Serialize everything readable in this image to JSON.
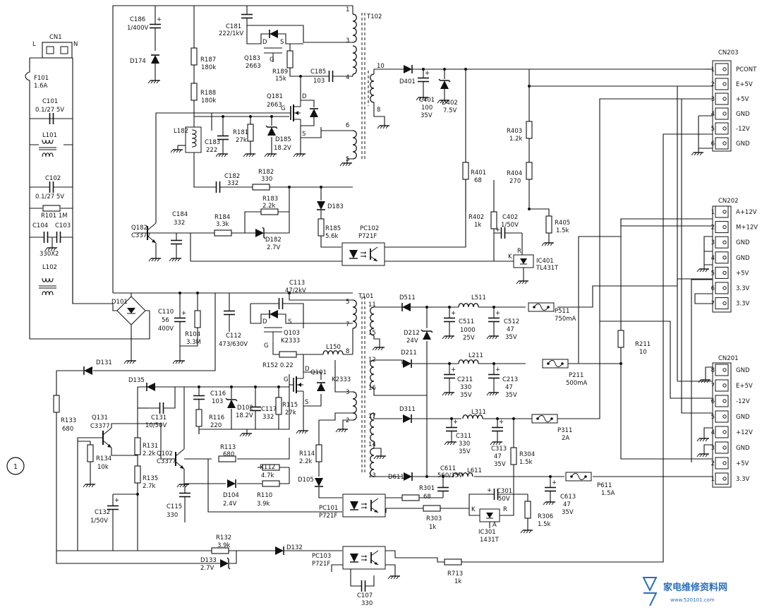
{
  "figure_label": "1",
  "watermark": {
    "text": "家电维修资料网",
    "url": "www.520101.com"
  },
  "mains": {
    "connector": "CN1",
    "l": "L",
    "n": "N"
  },
  "components": {
    "F101": [
      "F101",
      "1.6A"
    ],
    "C101": [
      "C101",
      "0.1/27 5V"
    ],
    "L101": [
      "L101"
    ],
    "C102": [
      "C102",
      "0.1/27 5V"
    ],
    "R101": [
      "R101 1M"
    ],
    "C104": [
      "C104"
    ],
    "C103": [
      "C103"
    ],
    "C104_103_val": [
      "330X2"
    ],
    "L102": [
      "L102"
    ],
    "D101": [
      "D101"
    ],
    "C110": [
      "C110",
      "56",
      "400V"
    ],
    "R104": [
      "R104",
      "3.3M"
    ],
    "C186": [
      "C186",
      "1/400V"
    ],
    "D174": [
      "D174"
    ],
    "R187": [
      "R187",
      "180k"
    ],
    "R188": [
      "R188",
      "180k"
    ],
    "C181": [
      "C181",
      "222/1kV"
    ],
    "Q183": [
      "Q183",
      "2663"
    ],
    "R189": [
      "R189",
      "15k"
    ],
    "C185": [
      "C185",
      "103"
    ],
    "Q181": [
      "Q181",
      "2663"
    ],
    "L182": [
      "L182"
    ],
    "C183": [
      "C183",
      "222"
    ],
    "R181": [
      "R181",
      "27k"
    ],
    "D185": [
      "D185",
      "18.2V"
    ],
    "C182": [
      "C182",
      "332"
    ],
    "R182": [
      "R182",
      "330"
    ],
    "R183": [
      "R183",
      "2.2k"
    ],
    "Q182": [
      "Q182",
      "C3377"
    ],
    "C184": [
      "C184",
      "332"
    ],
    "R184": [
      "R184",
      "3.3k"
    ],
    "D182": [
      "D182",
      "2.7V"
    ],
    "D183": [
      "D183"
    ],
    "R185": [
      "R185",
      "5.6k"
    ],
    "PC102": [
      "PC102",
      "P721F"
    ],
    "T102": [
      "T102"
    ],
    "D401": [
      "D401"
    ],
    "C401": [
      "C401",
      "100",
      "35V"
    ],
    "D402": [
      "D402",
      "7.5V"
    ],
    "R401": [
      "R401",
      "68"
    ],
    "R402": [
      "R402",
      "1k"
    ],
    "C402": [
      "C402",
      "1/50V"
    ],
    "R403": [
      "R403",
      "1.2k"
    ],
    "R404": [
      "R404",
      "270"
    ],
    "R405": [
      "R405",
      "1.5k"
    ],
    "IC401": [
      "IC401",
      "TL431T"
    ],
    "C113": [
      "C113",
      "47/2kV"
    ],
    "C112": [
      "C112",
      "473/630V"
    ],
    "Q103": [
      "Q103",
      "K2333"
    ],
    "L150": [
      "L150"
    ],
    "R152": [
      "R152 0.22"
    ],
    "Q101": [
      "Q101",
      "K2333"
    ],
    "T101": [
      "T101"
    ],
    "D131": [
      "D131"
    ],
    "D135": [
      "D135"
    ],
    "C116": [
      "C116",
      "103"
    ],
    "D102": [
      "D102",
      "18.2V"
    ],
    "C117": [
      "C117",
      "332"
    ],
    "R115": [
      "R115",
      "27k"
    ],
    "R116": [
      "R116",
      "220"
    ],
    "C131": [
      "C131",
      "10/50V"
    ],
    "R133": [
      "R133",
      "680"
    ],
    "Q131": [
      "Q131",
      "C3377"
    ],
    "R131": [
      "R131",
      "2.2k"
    ],
    "R134": [
      "R134",
      "10k"
    ],
    "Q102": [
      "Q102",
      "C3377"
    ],
    "R113": [
      "R113",
      "680"
    ],
    "R112": [
      "R112",
      "4.7k"
    ],
    "R114": [
      "R114",
      "2.2k"
    ],
    "R135": [
      "R135",
      "2.7k"
    ],
    "D104": [
      "D104",
      "2.4V"
    ],
    "R110": [
      "R110",
      "3.9k"
    ],
    "C115": [
      "C115",
      "330"
    ],
    "D105": [
      "D105"
    ],
    "C132": [
      "C132",
      "1/50V"
    ],
    "PC101": [
      "PC101",
      "P721F"
    ],
    "R132": [
      "R132",
      "3.9k"
    ],
    "D133": [
      "D133",
      "2.7V"
    ],
    "D132": [
      "D132"
    ],
    "PC103": [
      "PC103",
      "P721F"
    ],
    "C107": [
      "C107",
      "330"
    ],
    "R713": [
      "R713",
      "1k"
    ],
    "D511": [
      "D511"
    ],
    "C511": [
      "C511",
      "1000",
      "25V"
    ],
    "L511": [
      "L511"
    ],
    "C512": [
      "C512",
      "47",
      "35V"
    ],
    "P511": [
      "P511",
      "750mA"
    ],
    "D212": [
      "D212",
      "24V"
    ],
    "D211": [
      "D211"
    ],
    "C211": [
      "C211",
      "330",
      "35V"
    ],
    "L211": [
      "L211"
    ],
    "C213": [
      "C213",
      "47",
      "35V"
    ],
    "P211": [
      "P211",
      "500mA"
    ],
    "R211": [
      "R211",
      "10"
    ],
    "D311": [
      "D311"
    ],
    "C311": [
      "C311",
      "330",
      "35V"
    ],
    "L311": [
      "L311"
    ],
    "C313": [
      "C313",
      "47",
      "35V"
    ],
    "P311": [
      "P311",
      "2A"
    ],
    "R304": [
      "R304",
      "1.5k"
    ],
    "D611": [
      "D611"
    ],
    "C611": [
      "C611",
      "560/35V"
    ],
    "L611": [
      "L611"
    ],
    "C613": [
      "C613",
      "47",
      "35V"
    ],
    "P611": [
      "P611",
      "1.5A"
    ],
    "R301": [
      "R301",
      "68"
    ],
    "C301": [
      "C301",
      "50V"
    ],
    "R303": [
      "R303",
      "1k"
    ],
    "IC301": [
      "IC301",
      "1431T"
    ],
    "R306": [
      "R306",
      "1.5k"
    ]
  },
  "transformer_pins": {
    "t102": [
      "1",
      "3",
      "4",
      "6",
      "5",
      "10",
      "8"
    ],
    "t101": [
      "5",
      "11",
      "15",
      "7",
      "8",
      "12",
      "16",
      "3",
      "2",
      "17",
      "14",
      "13"
    ]
  },
  "ic_pins": {
    "k": "K",
    "r": "R",
    "a": "A"
  },
  "fet_pins": {
    "d": "D",
    "g": "G",
    "s": "S"
  },
  "connectors": {
    "CN203": {
      "name": "CN203",
      "pins": [
        [
          "1",
          "PCONT"
        ],
        [
          "2",
          "E+5V"
        ],
        [
          "3",
          "+5V"
        ],
        [
          "4",
          "GND"
        ],
        [
          "5",
          "-12V"
        ],
        [
          "6",
          "GND"
        ]
      ]
    },
    "CN202": {
      "name": "CN202",
      "pins": [
        [
          "1",
          "A+12V"
        ],
        [
          "2",
          "M+12V"
        ],
        [
          "3",
          "GND"
        ],
        [
          "4",
          "GND"
        ],
        [
          "5",
          "+5V"
        ],
        [
          "6",
          "3.3V"
        ],
        [
          "7",
          "3.3V"
        ]
      ]
    },
    "CN201": {
      "name": "CN201",
      "pins": [
        [
          "8",
          "GND"
        ],
        [
          "7",
          "E+5V"
        ],
        [
          "6",
          "-12V"
        ],
        [
          "5",
          "GND"
        ],
        [
          "4",
          "+12V"
        ],
        [
          "3",
          "GND"
        ],
        [
          "2",
          "+5V"
        ],
        [
          "1",
          "3.3V"
        ]
      ]
    }
  }
}
